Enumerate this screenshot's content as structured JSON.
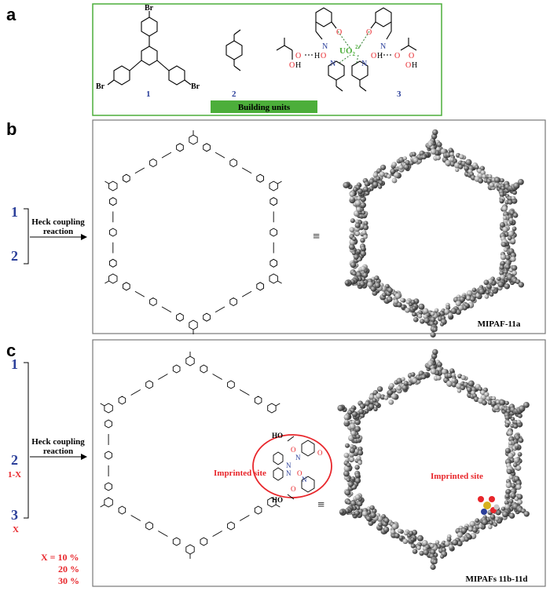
{
  "panels": {
    "a": {
      "letter": "a",
      "banner": "Building units",
      "units": [
        {
          "number": "1",
          "labels": [
            "Br",
            "Br",
            "Br"
          ]
        },
        {
          "number": "2"
        },
        {
          "number": "3",
          "center_label": "UO",
          "center_sub": "2",
          "center_sup": "2+",
          "atoms": [
            "O",
            "N",
            "H",
            "O",
            "O",
            "O",
            "H",
            "N",
            "O",
            "N",
            "O",
            "H",
            "O",
            "O",
            "O",
            "H",
            "N"
          ]
        }
      ]
    },
    "b": {
      "letter": "b",
      "reactant_top": "1",
      "reactant_bottom": "2",
      "reaction_line1": "Heck coupling",
      "reaction_line2": "reaction",
      "equiv": "≡",
      "material": "MIPAF-11a"
    },
    "c": {
      "letter": "c",
      "reactant_top": "1",
      "reactant_mid": "2",
      "reactant_mid_sub": "1-X",
      "reactant_bottom": "3",
      "reactant_bottom_sub": "X",
      "reaction_line1": "Heck coupling",
      "reaction_line2": "reaction",
      "x_values": [
        "X = 10 %",
        "20 %",
        "30 %"
      ],
      "site_label": "Imprinted site",
      "site_label_model": "Imprinted site",
      "site_atoms": [
        "HO",
        "O",
        "N",
        "O",
        "N",
        "N",
        "O",
        "N",
        "O",
        "HO"
      ],
      "equiv": "≡",
      "material": "MIPAFs 11b-11d"
    }
  },
  "colors": {
    "blue": "#2b3f9a",
    "red": "#e8262b",
    "green": "#4cae3a",
    "sphere": "#6a6a6a"
  }
}
